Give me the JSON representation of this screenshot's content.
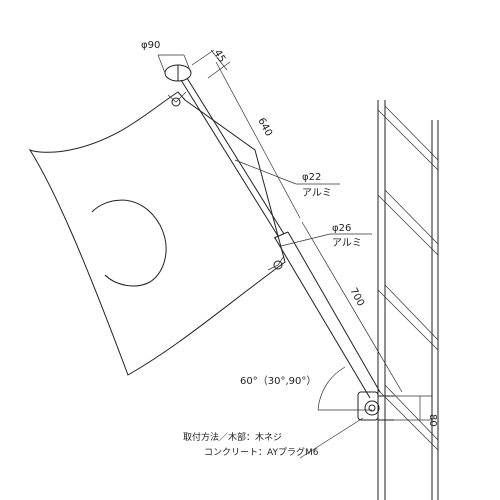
{
  "dimensions": {
    "finial_diameter": "φ90",
    "finial_offset": "45",
    "upper_pole_length": "640",
    "upper_pole_diameter": "φ22",
    "upper_pole_material": "アルミ",
    "lower_pole_diameter": "φ26",
    "lower_pole_material": "アルミ",
    "lower_pole_length": "700",
    "bracket_height": "80",
    "mount_angle": "60°（30°,90°）"
  },
  "notes": {
    "mounting_wood": "取付方法／木部：木ネジ",
    "mounting_concrete": "コンクリート：AYプラグM6"
  }
}
